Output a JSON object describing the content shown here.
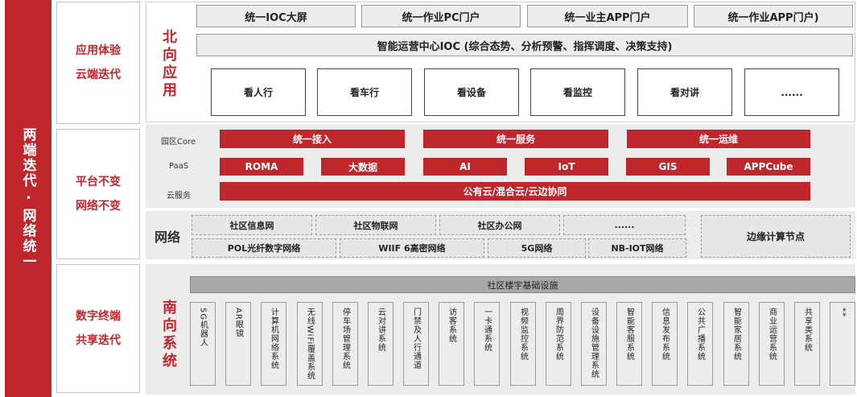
{
  "side_title": "两端迭代 · 网络统一",
  "layers": [
    {
      "lines": [
        "应用体验",
        "云端迭代"
      ]
    },
    {
      "lines": [
        "平台不变",
        "网络不变"
      ]
    },
    {
      "lines": [
        "数字终端",
        "共享迭代"
      ]
    }
  ],
  "northbound": {
    "title": "北向应用",
    "portals": [
      "统一IOC大屏",
      "统一作业PC门户",
      "统一业主APP门户",
      "统一作业APP门户)"
    ],
    "ioc": "智能运营中心IOC (综合态势、分析预警、指挥调度、决策支持)",
    "apps": [
      "看人行",
      "看车行",
      "看设备",
      "看监控",
      "看对讲",
      "......"
    ]
  },
  "platform": {
    "row_labels": [
      "园区Core",
      "PaaS",
      "云服务"
    ],
    "core": [
      "统一接入",
      "统一服务",
      "统一运维"
    ],
    "paas": [
      "ROMA",
      "大数据",
      "AI",
      "IoT",
      "GIS",
      "APPCube"
    ],
    "cloud": "公有云/混合云/云边协同"
  },
  "network": {
    "title": "网络",
    "row1": [
      "社区信息网",
      "社区物联网",
      "社区办公网",
      "......"
    ],
    "row2": [
      "POL光纤数字网络",
      "WIIF 6高密网络",
      "5G网络",
      "NB-IOT网络"
    ],
    "edge": "边缘计算节点"
  },
  "southbound": {
    "title": "南向系统",
    "infrastructure": "社区楼宇基础设施",
    "systems": [
      "5G机器人",
      "AR眼镜",
      "计算机网络系统",
      "无线WiFi覆盖系统",
      "停车场管理系统",
      "云对讲系统",
      "门禁及人行通道",
      "访客系统",
      "一卡通系统",
      "视频监控系统",
      "周界防范系统",
      "设备设施管理系统",
      "智能客服系统",
      "信息发布系统",
      "公共广播系统",
      "智能家居系统",
      "商业运营系统",
      "共享类系统",
      "**"
    ]
  },
  "colors": {
    "accent": "#c0272d",
    "band": "#ececec"
  }
}
